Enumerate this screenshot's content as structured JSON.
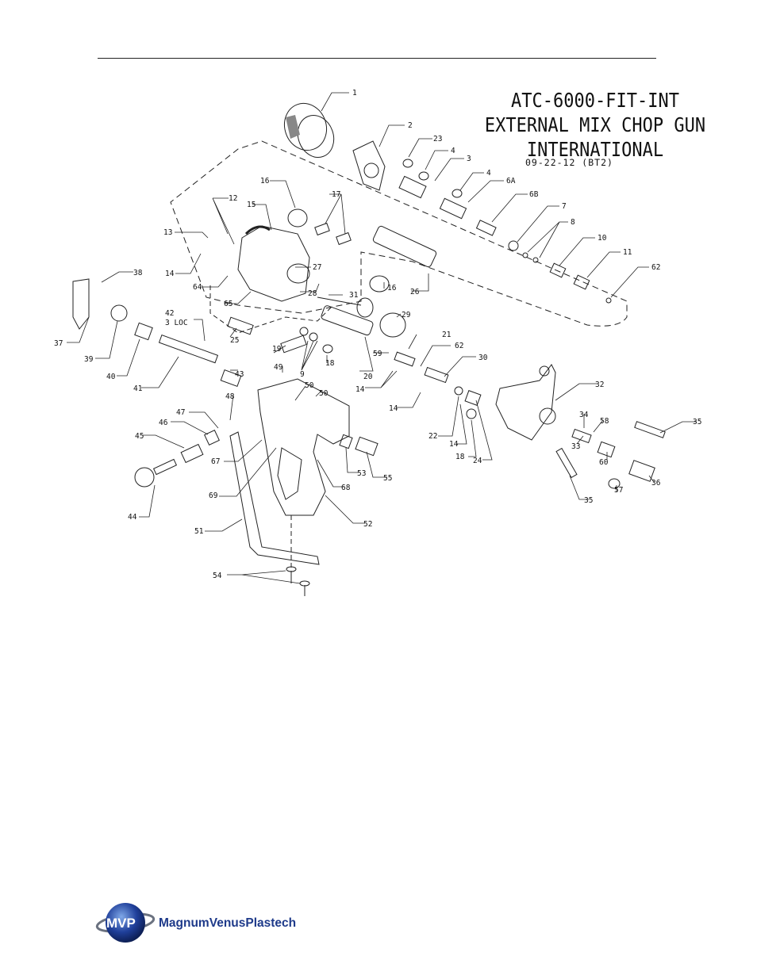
{
  "title": {
    "line1": "ATC-6000-FIT-INT",
    "line2": "EXTERNAL MIX CHOP GUN",
    "line3": "INTERNATIONAL",
    "date": "09-22-12  (BT2)"
  },
  "brand": {
    "logo_text": "MVP",
    "name": "MagnumVenusPlastech"
  },
  "callouts": [
    {
      "label": "1"
    },
    {
      "label": "2"
    },
    {
      "label": "23"
    },
    {
      "label": "4"
    },
    {
      "label": "3"
    },
    {
      "label": "4"
    },
    {
      "label": "6A"
    },
    {
      "label": "6B"
    },
    {
      "label": "7"
    },
    {
      "label": "8"
    },
    {
      "label": "10"
    },
    {
      "label": "11"
    },
    {
      "label": "62"
    },
    {
      "label": "16"
    },
    {
      "label": "17"
    },
    {
      "label": "12"
    },
    {
      "label": "15"
    },
    {
      "label": "13"
    },
    {
      "label": "14"
    },
    {
      "label": "64"
    },
    {
      "label": "27"
    },
    {
      "label": "65"
    },
    {
      "label": "28"
    },
    {
      "label": "31"
    },
    {
      "label": "16"
    },
    {
      "label": "26"
    },
    {
      "label": "29"
    },
    {
      "label": "38"
    },
    {
      "label": "42"
    },
    {
      "label": "3 LOC"
    },
    {
      "label": "37"
    },
    {
      "label": "39"
    },
    {
      "label": "40"
    },
    {
      "label": "25"
    },
    {
      "label": "19"
    },
    {
      "label": "18"
    },
    {
      "label": "9"
    },
    {
      "label": "20"
    },
    {
      "label": "59"
    },
    {
      "label": "21"
    },
    {
      "label": "62"
    },
    {
      "label": "30"
    },
    {
      "label": "41"
    },
    {
      "label": "43"
    },
    {
      "label": "49"
    },
    {
      "label": "50"
    },
    {
      "label": "50"
    },
    {
      "label": "14"
    },
    {
      "label": "14"
    },
    {
      "label": "32"
    },
    {
      "label": "48"
    },
    {
      "label": "47"
    },
    {
      "label": "46"
    },
    {
      "label": "45"
    },
    {
      "label": "22"
    },
    {
      "label": "14"
    },
    {
      "label": "18"
    },
    {
      "label": "24"
    },
    {
      "label": "34"
    },
    {
      "label": "58"
    },
    {
      "label": "35"
    },
    {
      "label": "33"
    },
    {
      "label": "60"
    },
    {
      "label": "67"
    },
    {
      "label": "53"
    },
    {
      "label": "55"
    },
    {
      "label": "44"
    },
    {
      "label": "69"
    },
    {
      "label": "68"
    },
    {
      "label": "57"
    },
    {
      "label": "36"
    },
    {
      "label": "35"
    },
    {
      "label": "51"
    },
    {
      "label": "52"
    },
    {
      "label": "54"
    }
  ]
}
